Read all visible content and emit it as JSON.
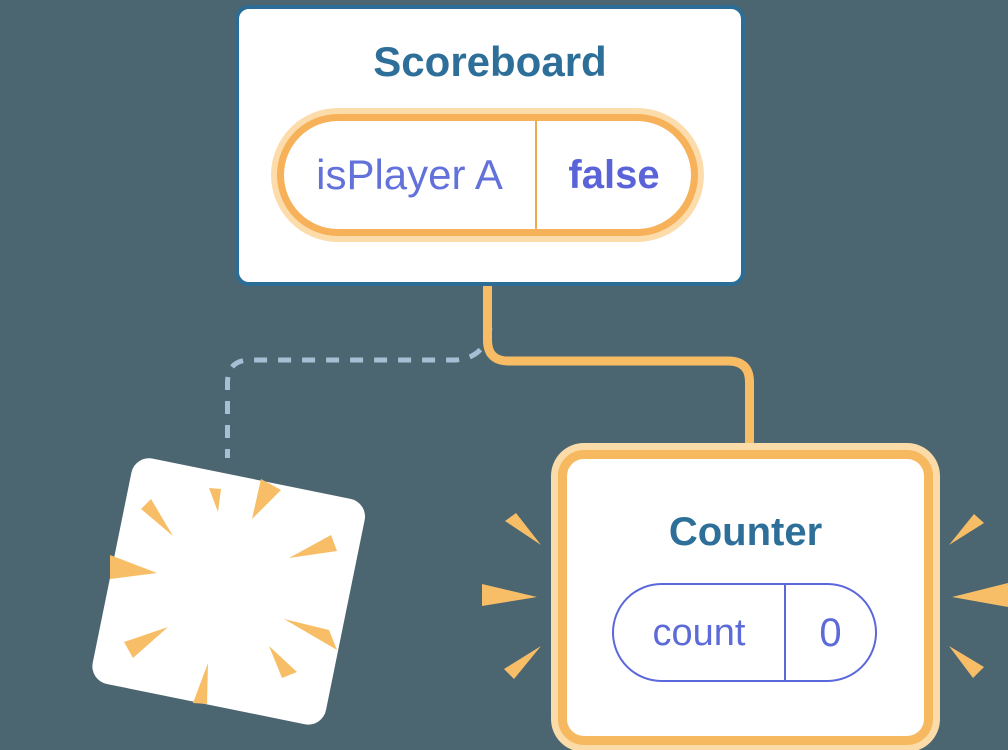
{
  "diagram": {
    "scoreboard": {
      "title": "Scoreboard",
      "state": {
        "label": "isPlayer A",
        "value": "false"
      }
    },
    "counter": {
      "title": "Counter",
      "state": {
        "label": "count",
        "value": "0"
      }
    },
    "icons": {
      "sparkles": "four-point-stars",
      "burst": "radiating-orange-wedges",
      "destroyed_card": "blank-tilted-card-with-burst"
    },
    "colors": {
      "background": "#4B6670",
      "card_border_blue": "#2B6D97",
      "title_text_blue": "#2D6F99",
      "state_label_purple": "#6372DB",
      "state_value_purple": "#5A64D8",
      "counter_pill_border_purple": "#5A68DC",
      "highlight_orange": "#F6B159",
      "highlight_halo_orange": "#FCDCAB",
      "connector_orange": "#F8BC64",
      "connector_dashed_blue": "#A6BFD5",
      "burst_orange": "#F8BE67"
    }
  }
}
